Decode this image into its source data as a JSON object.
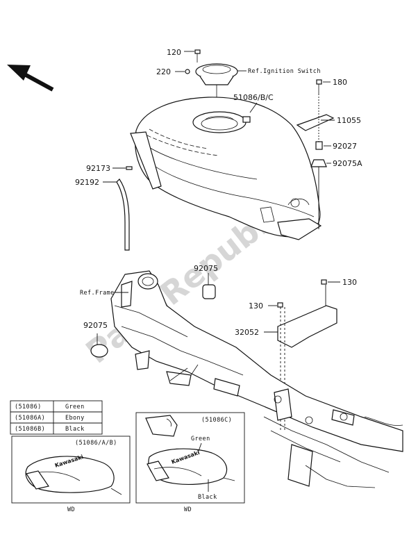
{
  "watermark": "PartsRepublik",
  "labels": {
    "p120": "120",
    "p220": "220",
    "ref_ignition": "Ref.Ignition Switch",
    "p180": "180",
    "p51086bc": "51086/B/C",
    "p11055": "11055",
    "p92027": "92027",
    "p92075a": "92075A",
    "p92173": "92173",
    "p92192": "92192",
    "p92075_upper": "92075",
    "ref_frame": "Ref.Frame",
    "p130_right": "130",
    "p130_left": "130",
    "p32052": "32052",
    "p92075_lower": "92075"
  },
  "color_table": [
    {
      "code": "(51086)",
      "color": "Green"
    },
    {
      "code": "(51086A)",
      "color": "Ebony"
    },
    {
      "code": "(51086B)",
      "color": "Black"
    }
  ],
  "inset_left": {
    "title": "(51086/A/B)",
    "caption": "WD",
    "brand": "Kawasaki"
  },
  "inset_right": {
    "title": "(51086C)",
    "caption": "WD",
    "brand": "Kawasaki",
    "callout_top": "Green",
    "callout_bottom": "Black"
  },
  "colors": {
    "line": "#111111",
    "watermark": "#d6d6d6",
    "background": "#ffffff"
  },
  "icons": {
    "direction_arrow": "arrow-up-left-icon"
  }
}
